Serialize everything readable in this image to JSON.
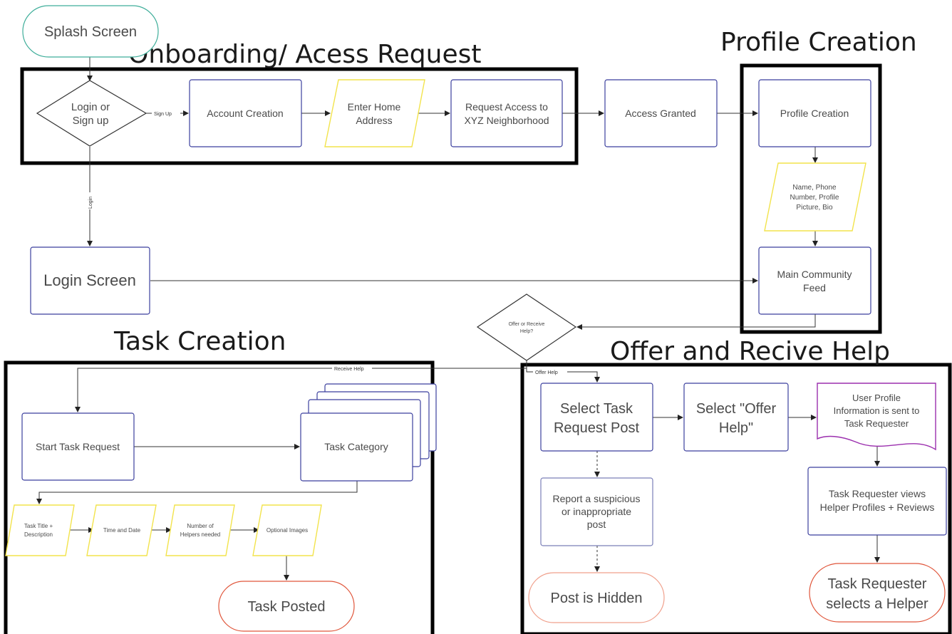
{
  "sections": {
    "onboarding": "Onboarding/ Acess Request",
    "profile": "Profile Creation",
    "task_creation": "Task Creation",
    "offer_help": "Offer and Recive Help"
  },
  "nodes": {
    "splash": "Splash Screen",
    "login_signup": [
      "Login or",
      "Sign up"
    ],
    "account_creation": "Account Creation",
    "home_address": [
      "Enter Home",
      "Address"
    ],
    "request_access": [
      "Request Access to",
      "XYZ Neighborhood"
    ],
    "access_granted": "Access Granted",
    "profile_creation": "Profile Creation",
    "profile_fields": [
      "Name, Phone",
      "Number, Profile",
      "Picture, Bio"
    ],
    "login_screen": "Login Screen",
    "main_feed": [
      "Main Community",
      "Feed"
    ],
    "offer_receive": [
      "Offer or Receive",
      "Help?"
    ],
    "start_task": "Start Task Request",
    "task_category": "Task Category",
    "task_title": [
      "Task Title +",
      "Description"
    ],
    "time_date": "Time and Date",
    "helpers_needed": [
      "Number of",
      "Helpers needed"
    ],
    "optional_images": "Optional Images",
    "task_posted": "Task Posted",
    "select_task": [
      "Select Task",
      "Request Post"
    ],
    "select_offer": [
      "Select \"Offer",
      "Help\""
    ],
    "profile_sent": [
      "User Profile",
      "Information is sent to",
      "Task Requester"
    ],
    "report_post": [
      "Report a suspicious",
      "or inappropriate",
      "post"
    ],
    "requester_views": [
      "Task Requester views",
      "Helper Profiles + Reviews"
    ],
    "post_hidden": "Post is Hidden",
    "requester_selects": [
      "Task Requester",
      "selects a Helper"
    ]
  },
  "edges": {
    "sign_up": "Sign Up",
    "login": "Login",
    "receive_help": "Receive Help",
    "offer_help": "Offer Help"
  },
  "colors": {
    "process_border": "#3b3f9e",
    "input_border": "#f2e34c",
    "terminal_border": "#e0563b",
    "start_border": "#3fae9a",
    "document_border": "#9b2fae",
    "report_border": "#7a7fb8",
    "hidden_border": "#f0a08c",
    "section_border": "#000000"
  }
}
